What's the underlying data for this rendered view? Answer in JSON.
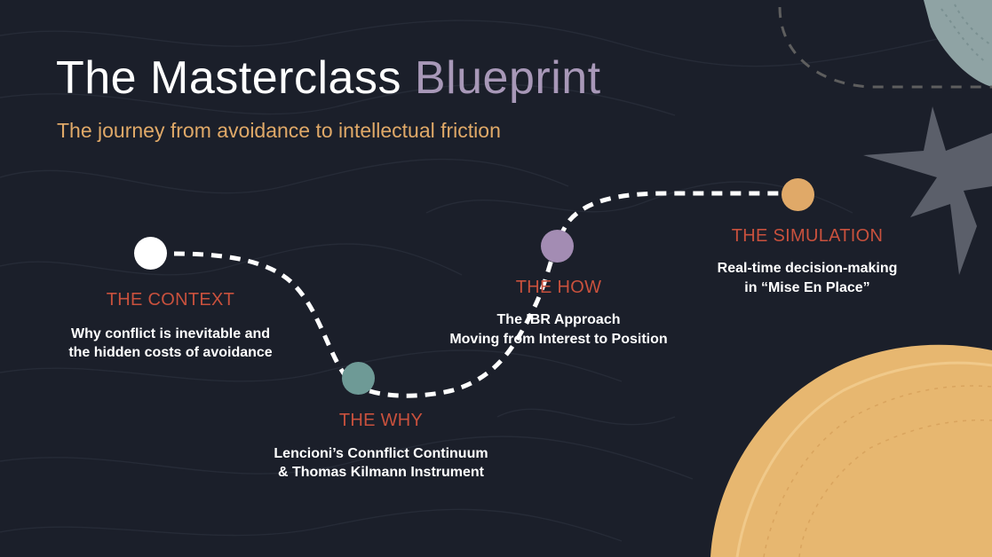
{
  "title": {
    "main": "The Masterclass ",
    "accent": "Blueprint"
  },
  "subtitle": "The journey from avoidance to intellectual friction",
  "colors": {
    "background": "#1b1f2a",
    "title_accent": "#a898b8",
    "subtitle": "#e0a968",
    "stage_title": "#c9513d",
    "path": "#ffffff"
  },
  "stages": [
    {
      "title": "THE CONTEXT",
      "line1": "Why conflict is inevitable and",
      "line2": "the hidden costs of avoidance",
      "color": "#ffffff"
    },
    {
      "title": "THE WHY",
      "line1": "Lencioni’s Connflict Continuum",
      "line2": "& Thomas Kilmann Instrument",
      "color": "#6e9a96"
    },
    {
      "title": "THE HOW",
      "line1": "The IBR Approach",
      "line2": "Moving from Interest to Position",
      "color": "#a38cb3"
    },
    {
      "title": "THE SIMULATION",
      "line1": "Real-time decision-making",
      "line2": "in “Mise En Place”",
      "color": "#e0a968"
    }
  ]
}
